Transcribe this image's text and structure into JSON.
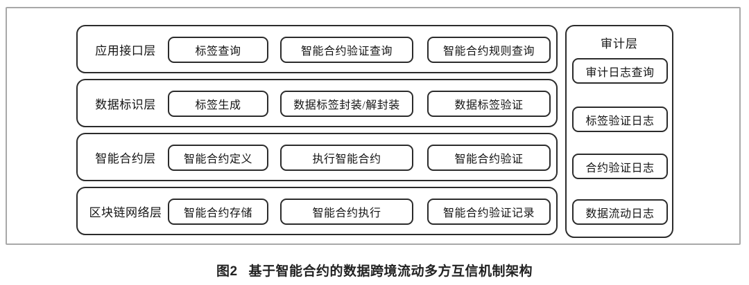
{
  "colors": {
    "box_border": "#2b2b2b",
    "frame_border": "#a8a8a8",
    "text": "#141414",
    "background": "#ffffff"
  },
  "layers": [
    {
      "label": "应用接口层",
      "boxes": [
        "标签查询",
        "智能合约验证查询",
        "智能合约规则查询"
      ]
    },
    {
      "label": "数据标识层",
      "boxes": [
        "标签生成",
        "数据标签封装/解封装",
        "数据标签验证"
      ]
    },
    {
      "label": "智能合约层",
      "boxes": [
        "智能合约定义",
        "执行智能合约",
        "智能合约验证"
      ]
    },
    {
      "label": "区块链网络层",
      "boxes": [
        "智能合约存储",
        "智能合约执行",
        "智能合约验证记录"
      ]
    }
  ],
  "audit": {
    "title": "审计层",
    "boxes": [
      "审计日志查询",
      "标签验证日志",
      "合约验证日志",
      "数据流动日志"
    ]
  },
  "caption": {
    "label": "图2",
    "text": "基于智能合约的数据跨境流动多方互信机制架构"
  }
}
